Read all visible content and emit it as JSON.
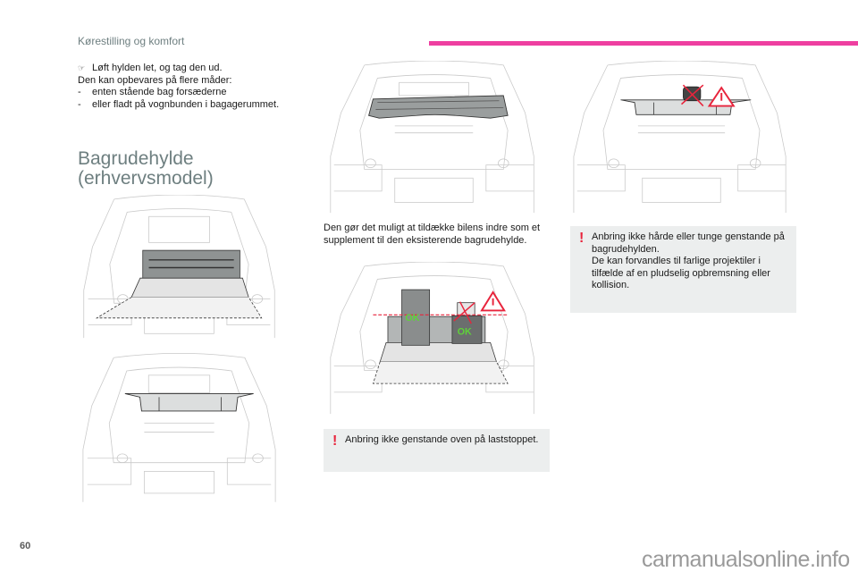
{
  "header": {
    "section_title": "Kørestilling og komfort",
    "accent_color": "#ee3fa0"
  },
  "intro": {
    "step_icon": "pointing-hand-icon",
    "step": "Løft hylden let, og tag den ud.",
    "storage_intro": "Den kan opbevares på flere måder:",
    "options": [
      "enten stående bag forsæderne",
      "eller fladt på vognbunden i bagagerummet."
    ]
  },
  "heading": {
    "line1": "Bagrudehylde",
    "line2": "(erhvervsmodel)"
  },
  "description": "Den gør det muligt at tildække bilens indre som et supplement til den eksisterende bagrudehylde.",
  "warnings": [
    {
      "icon": "exclamation-icon",
      "text": "Anbring ikke genstande oven på laststoppet."
    },
    {
      "icon": "exclamation-icon",
      "lines": [
        "Anbring ikke hårde eller tunge genstande på bagrudehylden.",
        "De kan forvandles til farlige projektiler i tilfælde af en pludselig opbremsning eller kollision."
      ]
    }
  ],
  "illustrations": {
    "ok_label": "OK",
    "ok_color": "#5fd13a",
    "warning_color": "#e8243c",
    "figures": [
      "shelf-standing-behind-seats",
      "shelf-flat-on-floor",
      "rear-parcel-shelf-installed",
      "cargo-load-ok-below-line",
      "no-heavy-objects-on-shelf"
    ]
  },
  "footer": {
    "page_number": "60",
    "watermark": "carmanualsonline.info"
  },
  "colors": {
    "heading": "#6e7f80",
    "warning_bg": "#eceeee",
    "warning_icon": "#e8243c"
  }
}
